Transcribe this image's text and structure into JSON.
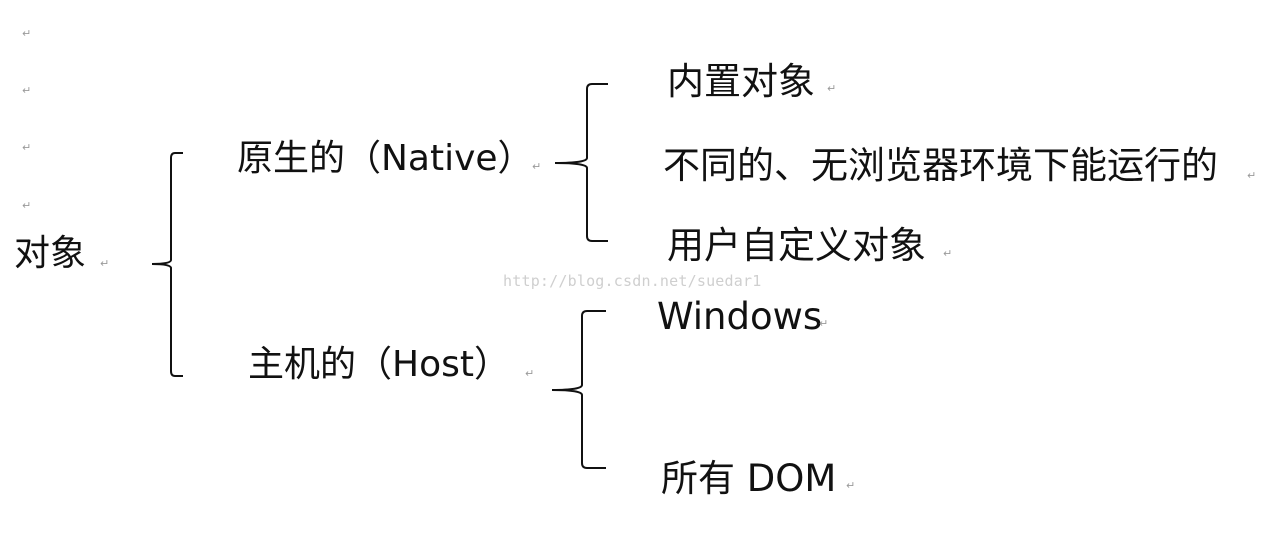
{
  "root": {
    "label": "对象"
  },
  "branches": [
    {
      "label": "原生的（Native）",
      "children": [
        "内置对象",
        "不同的、无浏览器环境下能运行的",
        "用户自定义对象"
      ]
    },
    {
      "label": "主机的（Host）",
      "children": [
        "Windows",
        "所有 DOM"
      ]
    }
  ],
  "paragraph_mark": "↵",
  "watermark": "http://blog.csdn.net/suedar1",
  "colors": {
    "ink": "#111111",
    "mark": "#9a9a9a",
    "watermark": "#cfcfcf",
    "background": "#ffffff"
  }
}
